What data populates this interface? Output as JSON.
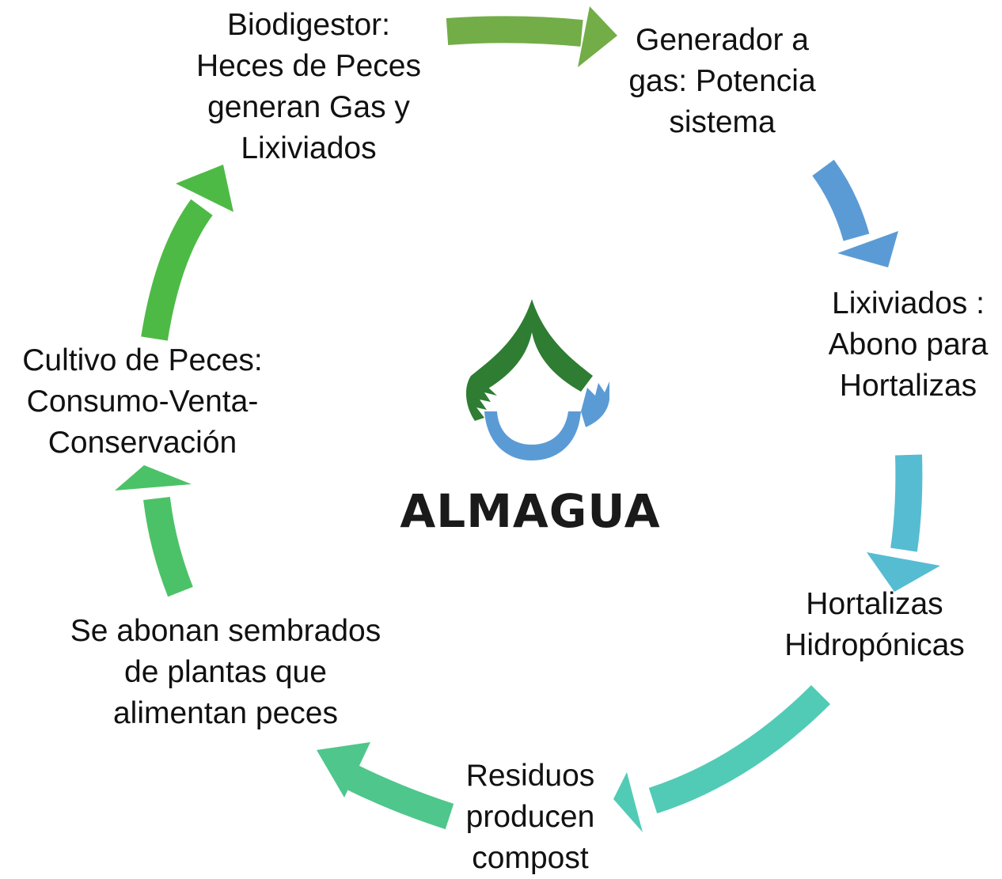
{
  "brand": {
    "name": "ALMAGUA"
  },
  "nodes": {
    "biodigestor": [
      "Biodigestor:",
      "Heces de Peces",
      "generan Gas y",
      "Lixiviados"
    ],
    "generador": [
      "Generador a",
      "gas: Potencia",
      "sistema"
    ],
    "lixiviados": [
      "Lixiviados :",
      "Abono para",
      "Hortalizas"
    ],
    "hortalizas": [
      "Hortalizas",
      "Hidropónicas"
    ],
    "residuos": [
      "Residuos",
      "producen",
      "compost"
    ],
    "abonan": [
      "Se abonan sembrados",
      "de plantas que",
      "alimentan peces"
    ],
    "cultivo": [
      "Cultivo de Peces:",
      "Consumo-Venta-",
      "Conservación"
    ]
  },
  "colors": {
    "arrow_top": "#72ad47",
    "arrow_right_upper": "#5b9bd5",
    "arrow_right_lower": "#56bcd1",
    "arrow_bottom_right": "#51cbb6",
    "arrow_bottom_left": "#4fc68b",
    "arrow_left_lower": "#4cc268",
    "arrow_left_upper": "#4eba46",
    "logo_green": "#2e7d32",
    "logo_blue": "#5b9bd5",
    "brand_text": "#1a1a1a"
  }
}
